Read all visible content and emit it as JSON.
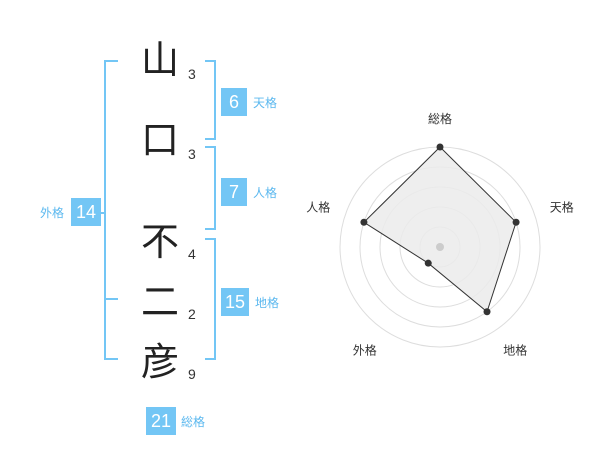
{
  "name_chars": [
    {
      "char": "山",
      "strokes": "3"
    },
    {
      "char": "口",
      "strokes": "3"
    },
    {
      "char": "不",
      "strokes": "4"
    },
    {
      "char": "二",
      "strokes": "2"
    },
    {
      "char": "彦",
      "strokes": "9"
    }
  ],
  "kaku": {
    "ten": {
      "value": "6",
      "label": "天格"
    },
    "jin": {
      "value": "7",
      "label": "人格"
    },
    "chi": {
      "value": "15",
      "label": "地格"
    },
    "gai": {
      "value": "14",
      "label": "外格"
    },
    "sou": {
      "value": "21",
      "label": "総格"
    }
  },
  "colors": {
    "accent": "#73c6f5",
    "accent_text": "#5bb8ef",
    "radar_fill": "#ebebeb",
    "radar_line": "#333333"
  },
  "chart_data": {
    "type": "radar",
    "axes": [
      "総格",
      "天格",
      "地格",
      "外格",
      "人格"
    ],
    "values": [
      5,
      4,
      4,
      1,
      4
    ],
    "range": [
      0,
      5
    ],
    "rings": 5
  }
}
